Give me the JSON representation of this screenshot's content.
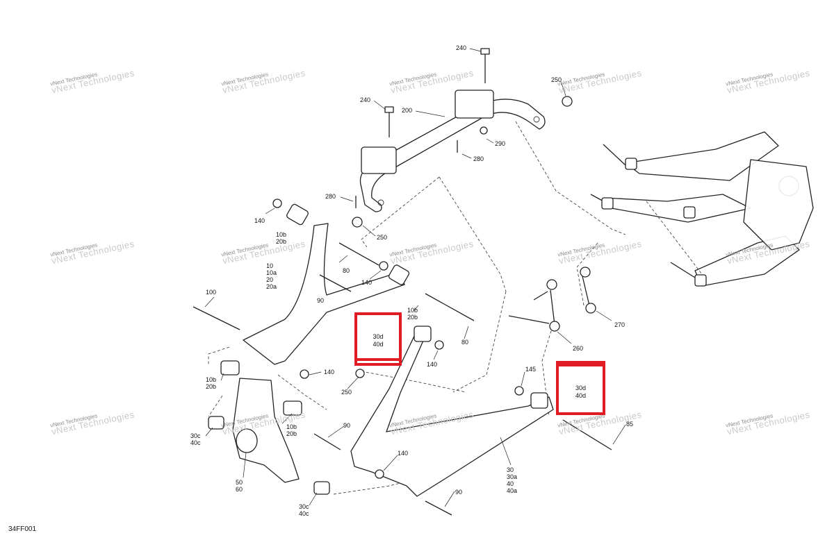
{
  "figure_id": "34FF001",
  "watermark": {
    "line1": "vNext Technologies",
    "line2": "vNext Technologies"
  },
  "callouts": [
    {
      "id": "c240a",
      "text": "240"
    },
    {
      "id": "c240b",
      "text": "240"
    },
    {
      "id": "c200",
      "text": "200"
    },
    {
      "id": "c250a",
      "text": "250"
    },
    {
      "id": "c290",
      "text": "290"
    },
    {
      "id": "c280a",
      "text": "280"
    },
    {
      "id": "c280b",
      "text": "280"
    },
    {
      "id": "c250b",
      "text": "250"
    },
    {
      "id": "c140a",
      "text": "140"
    },
    {
      "id": "c10b20b_a",
      "text": "10b\n20b"
    },
    {
      "id": "c80a",
      "text": "80"
    },
    {
      "id": "c10grp",
      "text": "10\n10a\n20\n20a"
    },
    {
      "id": "c140b",
      "text": "140"
    },
    {
      "id": "c90a",
      "text": "90"
    },
    {
      "id": "c100",
      "text": "100"
    },
    {
      "id": "c10b20b_b",
      "text": "10b\n20b"
    },
    {
      "id": "c80b",
      "text": "80"
    },
    {
      "id": "c140c",
      "text": "140"
    },
    {
      "id": "c260",
      "text": "260"
    },
    {
      "id": "c270",
      "text": "270"
    },
    {
      "id": "c140d",
      "text": "140"
    },
    {
      "id": "c250c",
      "text": "250"
    },
    {
      "id": "c145",
      "text": "145"
    },
    {
      "id": "c10b20b_c",
      "text": "10b\n20b"
    },
    {
      "id": "c10b20b_d",
      "text": "10b\n20b"
    },
    {
      "id": "c90b",
      "text": "90"
    },
    {
      "id": "c30c40c_a",
      "text": "30c\n40c"
    },
    {
      "id": "c85",
      "text": "85"
    },
    {
      "id": "c140e",
      "text": "140"
    },
    {
      "id": "c5060",
      "text": "50\n60"
    },
    {
      "id": "c30grp",
      "text": "30\n30a\n40\n40a"
    },
    {
      "id": "c90c",
      "text": "90"
    },
    {
      "id": "c30c40c_b",
      "text": "30c\n40c"
    }
  ],
  "highlights": [
    {
      "id": "h1",
      "text": "30d\n40d"
    },
    {
      "id": "h2",
      "text": "30d\n40d"
    }
  ]
}
